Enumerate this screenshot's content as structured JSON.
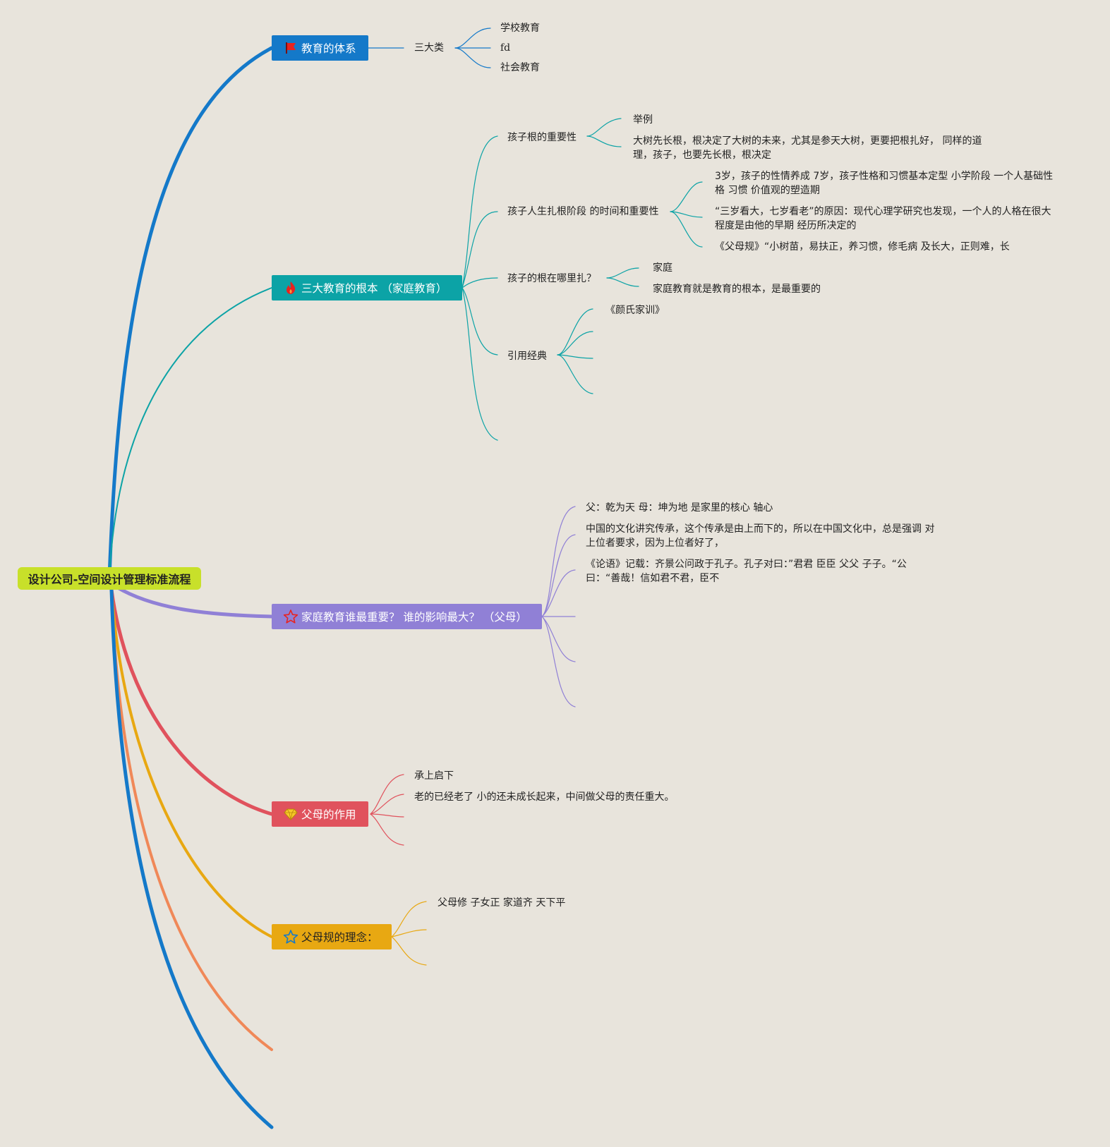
{
  "root": {
    "label": "设计公司-空间设计管理标准流程"
  },
  "branches": {
    "b1": {
      "label": "教育的体系",
      "color": "#1479c9",
      "icon": "flag-icon",
      "child": "三大类",
      "leaves": [
        "学校教育",
        "fd",
        "社会教育"
      ]
    },
    "b2": {
      "label": "三大教育的根本 （家庭教育）",
      "color": "#0ca3a6",
      "icon": "fire-icon",
      "c1": {
        "label": "孩子根的重要性",
        "l1": "举例",
        "l2": "大树先长根，根决定了大树的未来，尤其是参天大树，更要把根扎好， 同样的道理，孩子，也要先长根，根决定"
      },
      "c2": {
        "label": "孩子人生扎根阶段 的时间和重要性",
        "l1": "3岁，孩子的性情养成 7岁，孩子性格和习惯基本定型 小学阶段 一个人基础性格 习惯 价值观的塑造期",
        "l2": "“三岁看大，七岁看老”的原因：现代心理学研究也发现，一个人的人格在很大程度是由他的早期 经历所决定的",
        "l3": "《父母规》“小树苗，易扶正，养习惯，修毛病 及长大，正则难，长"
      },
      "c3": {
        "label": "孩子的根在哪里扎？",
        "l1": "家庭",
        "l2": "家庭教育就是教育的根本，是最重要的"
      },
      "c4": {
        "label": "引用经典",
        "l1": "《颜氏家训》"
      }
    },
    "b3": {
      "label": "家庭教育谁最重要？ 谁的影响最大？ （父母）",
      "color": "#9080d6",
      "icon": "star-outline-icon",
      "l1": "父：乾为天 母：坤为地 是家里的核心 轴心",
      "l2": "中国的文化讲究传承，这个传承是由上而下的，所以在中国文化中，总是强调 对上位者要求，因为上位者好了，",
      "l3": "《论语》记载：齐景公问政于孔子。孔子对曰：”君君 臣臣 父父 子子。“公曰：“善哉！信如君不君，臣不"
    },
    "b4": {
      "label": "父母的作用",
      "color": "#e0525d",
      "icon": "gem-icon",
      "l1": "承上启下",
      "l2": "老的已经老了 小的还未成长起来，中间做父母的责任重大。"
    },
    "b5": {
      "label": "父母规的理念：",
      "color": "#e8a812",
      "icon": "star-icon",
      "l1": "父母修 子女正 家道齐 天下平"
    }
  },
  "colors": {
    "orange": "#f08858",
    "blue2": "#1479c9"
  }
}
